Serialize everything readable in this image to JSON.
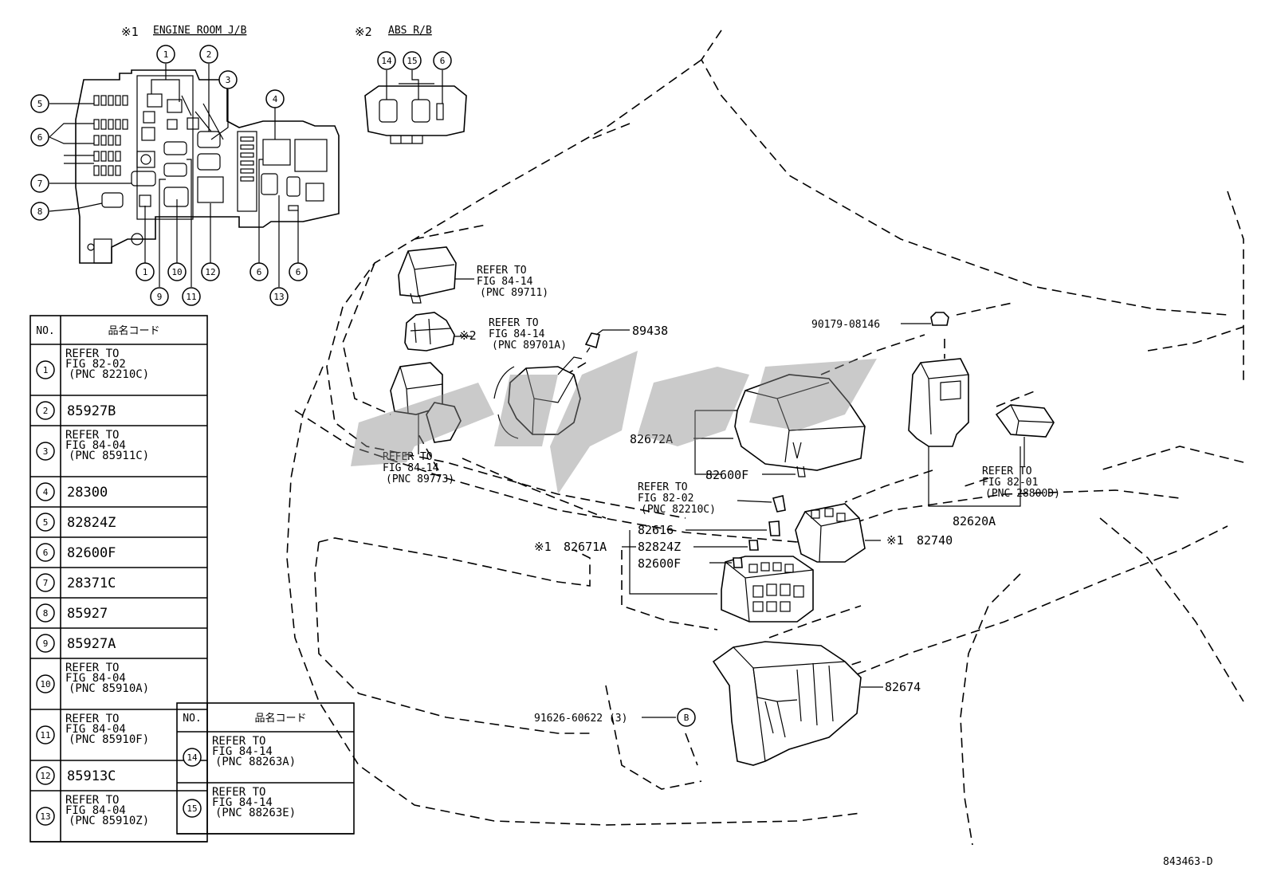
{
  "inset1": {
    "mark": "※1",
    "title": "ENGINE ROOM J/B"
  },
  "inset2": {
    "mark": "※2",
    "title": "ABS R/B"
  },
  "callouts": [
    "1",
    "2",
    "3",
    "4",
    "5",
    "6",
    "7",
    "8",
    "9",
    "10",
    "11",
    "12",
    "13",
    "14",
    "15"
  ],
  "table1": {
    "col_no": "NO.",
    "col_code": "品名コード",
    "rows": [
      {
        "no": "1",
        "lines": [
          "REFER TO",
          "FIG 82-02",
          "(PNC 82210C)"
        ]
      },
      {
        "no": "2",
        "lines": [
          "85927B"
        ]
      },
      {
        "no": "3",
        "lines": [
          "REFER TO",
          "FIG 84-04",
          "(PNC 85911C)"
        ]
      },
      {
        "no": "4",
        "lines": [
          "28300"
        ]
      },
      {
        "no": "5",
        "lines": [
          "82824Z"
        ]
      },
      {
        "no": "6",
        "lines": [
          "82600F"
        ]
      },
      {
        "no": "7",
        "lines": [
          "28371C"
        ]
      },
      {
        "no": "8",
        "lines": [
          "85927"
        ]
      },
      {
        "no": "9",
        "lines": [
          "85927A"
        ]
      },
      {
        "no": "10",
        "lines": [
          "REFER TO",
          "FIG 84-04",
          "(PNC 85910A)"
        ]
      },
      {
        "no": "11",
        "lines": [
          "REFER TO",
          "FIG 84-04",
          "(PNC 85910F)"
        ]
      },
      {
        "no": "12",
        "lines": [
          "85913C"
        ]
      },
      {
        "no": "13",
        "lines": [
          "REFER TO",
          "FIG 84-04",
          "(PNC 85910Z)"
        ]
      }
    ]
  },
  "table2": {
    "col_no": "NO.",
    "col_code": "品名コード",
    "rows": [
      {
        "no": "14",
        "lines": [
          "REFER TO",
          "FIG 84-14",
          "(PNC 88263A)"
        ]
      },
      {
        "no": "15",
        "lines": [
          "REFER TO",
          "FIG 84-14",
          "(PNC 88263E)"
        ]
      }
    ]
  },
  "labels": {
    "relay_top": [
      "REFER TO",
      "FIG 84-14",
      "(PNC 89711)"
    ],
    "relay_mid_mark": "※2",
    "relay_mid": [
      "REFER TO",
      "FIG 84-14",
      "(PNC 89701A)"
    ],
    "sensor": "89438",
    "relay_bottom": [
      "REFER TO",
      "FIG 84-14",
      "(PNC 89773)"
    ],
    "bolt": "90179-08146",
    "cover": "82672A",
    "fuse_small": "82600F",
    "refer_fig_82_02": [
      "REFER TO",
      "FIG 82-02",
      "(PNC 82210C)"
    ],
    "p82616": "82616",
    "assy_mark": "※1",
    "assy": "82671A",
    "p82824z": "82824Z",
    "p82600f": "82600F",
    "cover2_mark": "※1",
    "cover2": "82740",
    "bracket": "82620A",
    "refer_fig_82_01": [
      "REFER TO",
      "FIG 82-01",
      "(PNC 28800D)"
    ],
    "box": "82674",
    "screw": "91626-60622 (3)",
    "screw_ref": "B",
    "figure_id": "843463-D"
  }
}
